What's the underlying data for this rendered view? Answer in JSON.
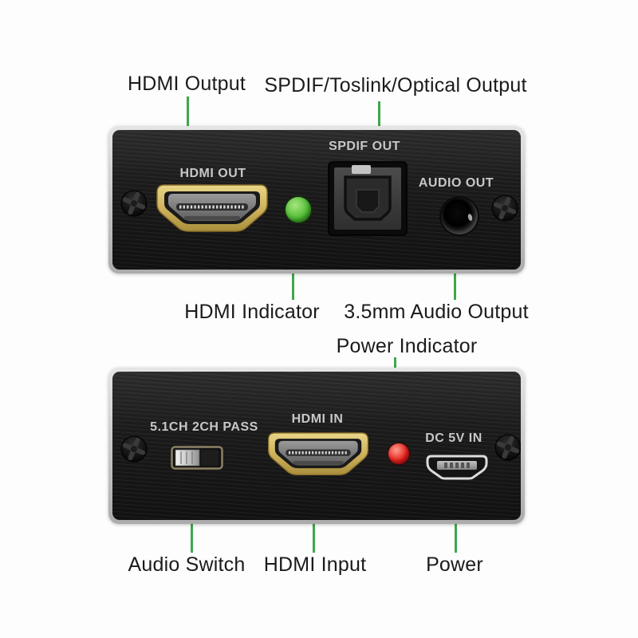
{
  "colors": {
    "background": "#fdfdfd",
    "annotation_text": "#1b1b1b",
    "connector_green": "#3fa74b",
    "led_green": "#58c13a",
    "led_red": "#e6231f",
    "panel_black": "#1e1e1e",
    "frame_silver": "#c9c9c9",
    "port_caption": "#c7c7c7",
    "hdmi_gold": "#c9a84e"
  },
  "annotations": {
    "hdmi_output": "HDMI Output",
    "spdif_output": "SPDIF/Toslink/Optical Output",
    "hdmi_indicator": "HDMI Indicator",
    "audio_output_35": "3.5mm Audio Output",
    "power_indicator": "Power Indicator",
    "audio_switch": "Audio Switch",
    "hdmi_input": "HDMI Input",
    "power": "Power"
  },
  "front_panel": {
    "hdmi_port_caption": "HDMI OUT",
    "spdif_port_caption": "SPDIF OUT",
    "audio_port_caption": "AUDIO OUT"
  },
  "rear_panel": {
    "switch_caption": "5.1CH 2CH PASS",
    "hdmi_port_caption": "HDMI IN",
    "power_port_caption": "DC 5V IN"
  },
  "icons": {
    "screw": "phillips-screw-icon",
    "hdmi_port": "hdmi-port-icon",
    "toslink_port": "toslink-port-icon",
    "micro_usb_port": "micro-usb-port-icon",
    "slide_switch": "slide-switch-icon",
    "audio_jack": "audio-jack-icon",
    "led": "led-icon"
  }
}
